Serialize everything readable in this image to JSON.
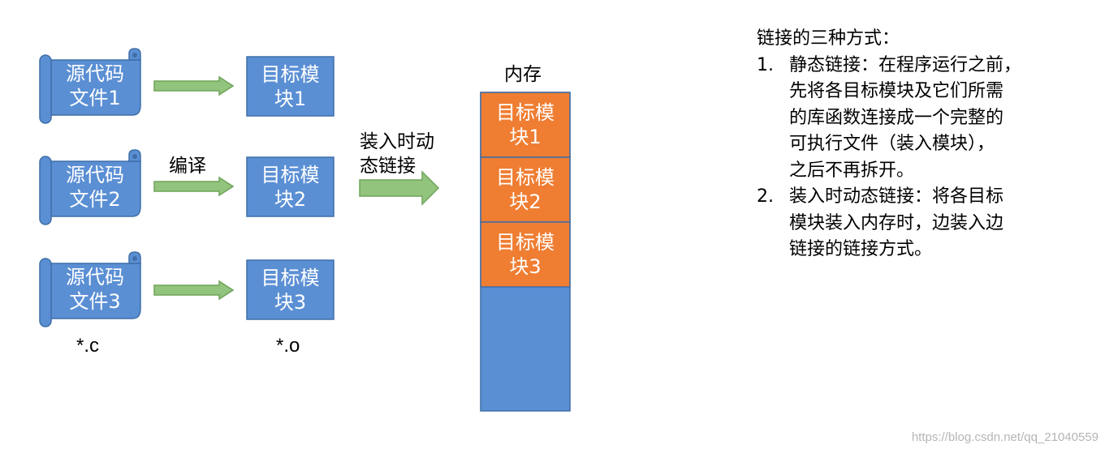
{
  "source_files": [
    {
      "line1": "源代码",
      "line2": "文件1"
    },
    {
      "line1": "源代码",
      "line2": "文件2"
    },
    {
      "line1": "源代码",
      "line2": "文件3"
    }
  ],
  "object_modules": [
    {
      "line1": "目标模",
      "line2": "块1"
    },
    {
      "line1": "目标模",
      "line2": "块2"
    },
    {
      "line1": "目标模",
      "line2": "块3"
    }
  ],
  "compile_label": "编译",
  "source_ext": "*.c",
  "object_ext": "*.o",
  "load_link_label": {
    "line1": "装入时动",
    "line2": "态链接"
  },
  "memory": {
    "title": "内存",
    "blocks": [
      "目标模\n块1",
      "目标模\n块2",
      "目标模\n块3"
    ]
  },
  "explanation": {
    "title": "链接的三种方式：",
    "items": [
      {
        "number": "1.",
        "lines": [
          "静态链接：在程序运行之前，",
          "先将各目标模块及它们所需",
          "的库函数连接成一个完整的",
          "可执行文件（装入模块），",
          "之后不再拆开。"
        ]
      },
      {
        "number": "2.",
        "lines": [
          "装入时动态链接：将各目标",
          "模块装入内存时，边装入边",
          "链接的链接方式。"
        ]
      }
    ]
  },
  "colors": {
    "shape_blue": "#5b8fd4",
    "shape_outline": "#3f6fa8",
    "arrow_green": "#93c47d",
    "arrow_outline": "#6fa35a",
    "memory_orange": "#ef7d32"
  },
  "watermark": "https://blog.csdn.net/qq_21040559"
}
